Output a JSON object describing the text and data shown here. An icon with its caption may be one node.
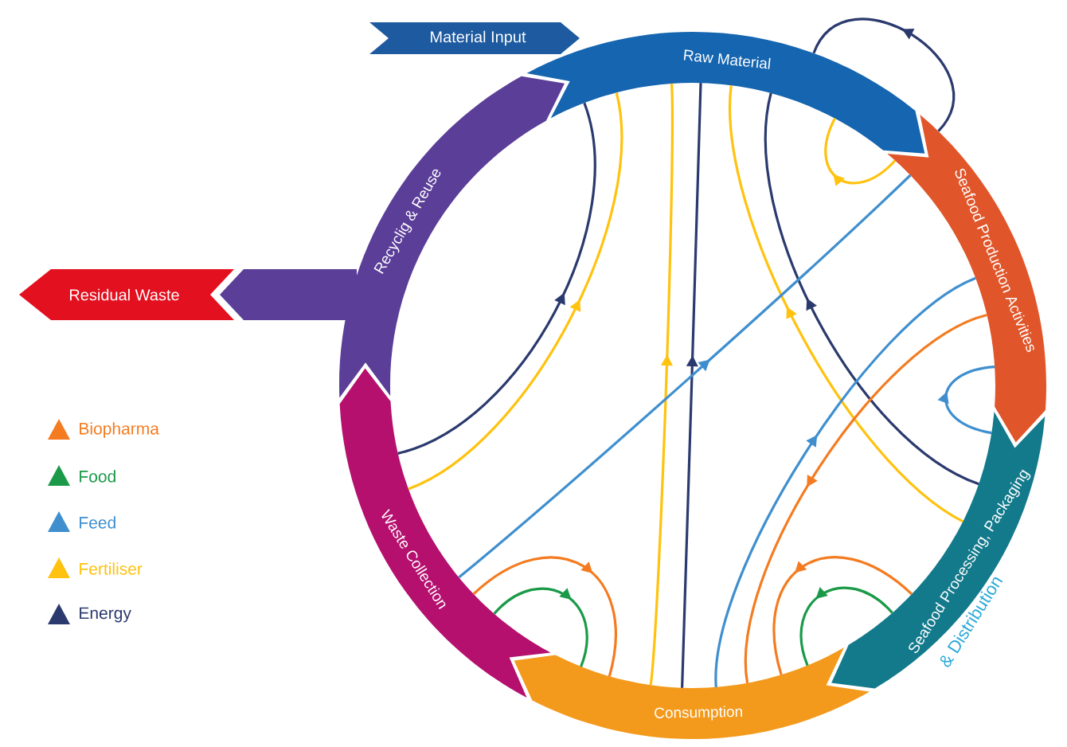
{
  "diagram": {
    "nodes": [
      {
        "text": [
          "Material Input"
        ]
      },
      {
        "text": [
          "Raw Material"
        ]
      },
      {
        "text": [
          "Seafood Production Activities"
        ]
      },
      {
        "text": [
          "Seafood Processing, Packaging",
          "& Distribution"
        ]
      },
      {
        "text": [
          "Consumption"
        ]
      },
      {
        "text": [
          "Waste Collection"
        ]
      },
      {
        "text": [
          "Recyclig & Reuse"
        ]
      },
      {
        "text": [
          "Residual Waste"
        ]
      }
    ],
    "edges": [
      {
        "from": 5,
        "to": 1,
        "arrow": "to",
        "color": "#2b3a6e"
      },
      {
        "from": 5,
        "to": 1,
        "arrow": "to",
        "color": "#ffc20e"
      },
      {
        "from": 4,
        "to": 1,
        "arrow": "to",
        "color": "#ffc20e"
      },
      {
        "from": 4,
        "to": 1,
        "arrow": "to",
        "color": "#2b3a6e"
      },
      {
        "from": 3,
        "to": 1,
        "arrow": "to",
        "color": "#ffc20e"
      },
      {
        "from": 3,
        "to": 1,
        "arrow": "to",
        "color": "#2b3a6e"
      },
      {
        "from": 2,
        "to": 1,
        "arrow": "to",
        "color": "#2b3a6e"
      },
      {
        "from": 2,
        "to": 1,
        "arrow": "to",
        "color": "#ffc20e"
      },
      {
        "from": 5,
        "to": 2,
        "arrow": "to",
        "color": "#3f8fcf"
      },
      {
        "from": 4,
        "to": 2,
        "arrow": "to",
        "color": "#3f8fcf"
      },
      {
        "from": 2,
        "to": 4,
        "arrow": "to",
        "color": "#f47b20"
      },
      {
        "from": 3,
        "to": 2,
        "arrow": "to",
        "color": "#3f8fcf"
      },
      {
        "from": 5,
        "to": 4,
        "arrow": "to",
        "color": "#f47b20"
      },
      {
        "from": 5,
        "to": 4,
        "arrow": "to",
        "color": "#1a9a48"
      },
      {
        "from": 3,
        "to": 4,
        "arrow": "to",
        "color": "#f47b20"
      },
      {
        "from": 3,
        "to": 4,
        "arrow": "to",
        "color": "#1a9a48"
      }
    ],
    "legend": [
      {
        "text": "Biopharma",
        "color": "#f47b20"
      },
      {
        "text": "Food",
        "color": "#1a9a48"
      },
      {
        "text": "Feed",
        "color": "#3f8fcf"
      },
      {
        "text": "Fertiliser",
        "color": "#ffc20e"
      },
      {
        "text": "Energy",
        "color": "#2b3a6e"
      }
    ]
  }
}
